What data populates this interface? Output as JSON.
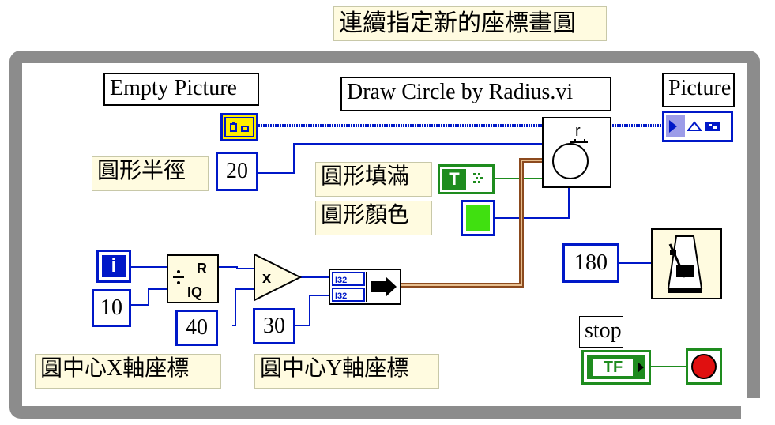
{
  "title": "連續指定新的座標畫圓",
  "labels": {
    "empty_picture": "Empty Picture",
    "draw_circle_vi": "Draw Circle by Radius.vi",
    "picture": "Picture",
    "circle_radius": "圓形半徑",
    "circle_fill": "圓形填滿",
    "circle_color": "圓形顏色",
    "center_x": "圓中心X軸座標",
    "center_y": "圓中心Y軸座標",
    "stop": "stop"
  },
  "constants": {
    "radius": "20",
    "divisor": "10",
    "multiplier": "40",
    "y_coord": "30",
    "wait_ms": "180"
  },
  "nodes": {
    "iteration": "i",
    "quotient_r": "R",
    "quotient_iq": "IQ",
    "multiply": "x",
    "circle_r": "r",
    "bool_true": "T",
    "bool_tf": "TF",
    "cluster_i32": "I32"
  },
  "colors": {
    "loop_frame": "#8c8c8c",
    "wire_int": "#0018c8",
    "wire_bool": "#1e8c1e",
    "wire_cluster": "#8c4a1e",
    "color_box": "#40e010",
    "stop_button": "#e01010"
  },
  "icons": [
    "metronome-icon",
    "stop-button-icon",
    "circle-icon"
  ]
}
